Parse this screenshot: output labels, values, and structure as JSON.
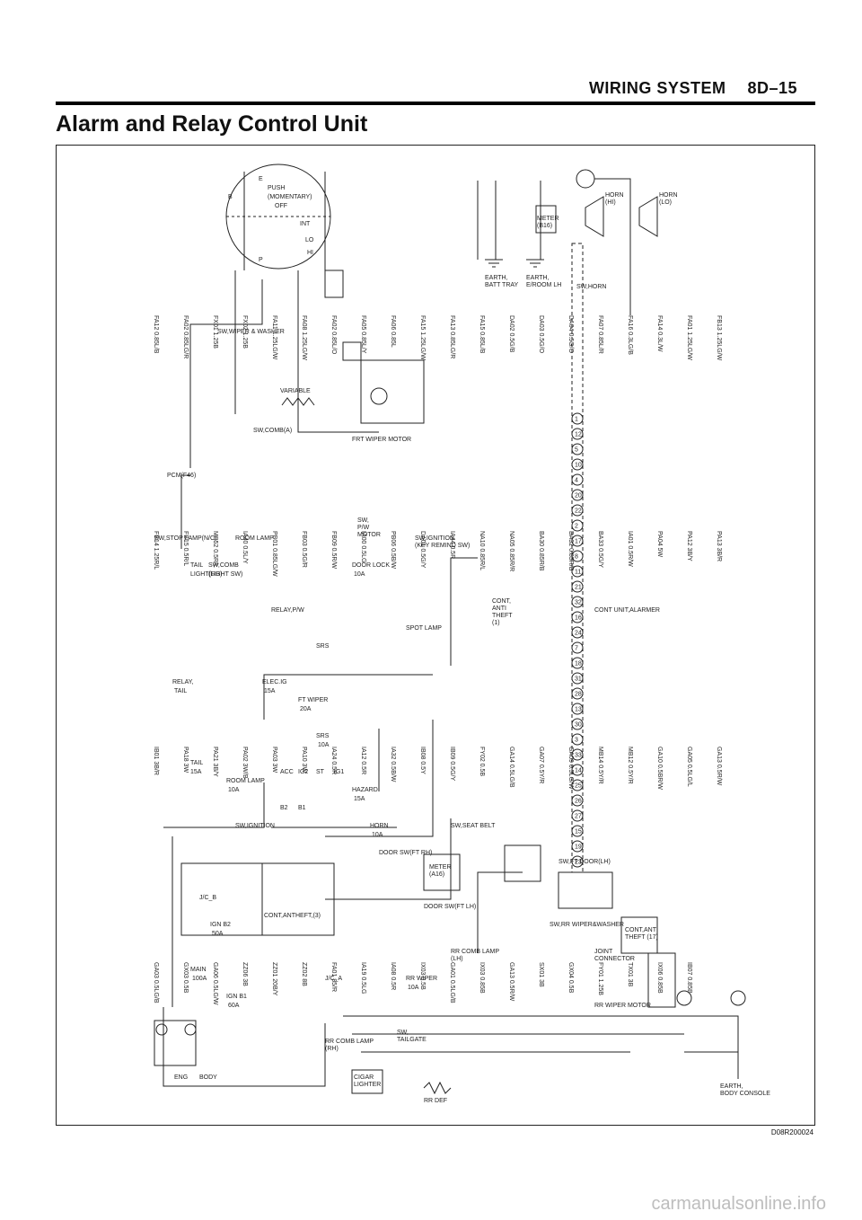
{
  "header": {
    "section": "WIRING SYSTEM",
    "page_number": "8D–15"
  },
  "title": "Alarm and Relay Control Unit",
  "figure_ref": "D08R200024",
  "watermark": "carmanualsonline.info",
  "components": {
    "main_fuse": [
      "MAIN",
      "100A"
    ],
    "jc_b": "J/C_B",
    "jc_a": "J/C_A",
    "ign_b2": [
      "IGN B2",
      "50A"
    ],
    "ign_b1": [
      "IGN B1",
      "60A"
    ],
    "tail_fuse": [
      "TAIL",
      "15A"
    ],
    "room_lamp_fuse": [
      "ROOM LAMP",
      "10A"
    ],
    "sw_ignition": "SW,IGNITION",
    "ign_terminals": [
      "ACC",
      "IG2",
      "ST",
      "IG1",
      "B2",
      "B1"
    ],
    "relay_tail": [
      "RELAY,",
      "TAIL"
    ],
    "elec_ig": [
      "ELEC.IG",
      "15A"
    ],
    "ft_wiper_fuse": [
      "FT WIPER",
      "20A"
    ],
    "srs_fuse": [
      "SRS",
      "10A"
    ],
    "hazard": [
      "HAZARD",
      "15A"
    ],
    "horn": [
      "HORN",
      "10A"
    ],
    "rr_wiper_fuse": [
      "RR WIPER",
      "10A"
    ],
    "door_lock_fuse": [
      "DOOR LOCK",
      "10A"
    ],
    "sw_stop_lamp": "SW,STOP LAMP(N/C)",
    "pcm": "PCM(F46)",
    "sw_comb_light": [
      "SW,COMB",
      "(LIGHT SW)"
    ],
    "tail_light": [
      "TAIL",
      "LIGHT(RH)"
    ],
    "room_lamp": "ROOM LAMP",
    "relay_pw": "RELAY,P/W",
    "srs": "SRS",
    "spot_lamp": "SPOT LAMP",
    "sw_wiper": "SW,WIPER & WASHER",
    "sw_comb_a": "SW,COMB(A)",
    "wiper_positions": [
      "B",
      "E",
      "PUSH",
      "(MOMENTARY)",
      "OFF",
      "INT",
      "LO",
      "HI",
      "P"
    ],
    "variable": "VARIABLE",
    "frt_wiper_motor": "FRT WIPER MOTOR",
    "meter_b16": [
      "METER",
      "(B16)"
    ],
    "earth_batt": [
      "EARTH,",
      "BATT TRAY"
    ],
    "earth_engroom": [
      "EARTH,",
      "E/ROOM LH"
    ],
    "sw_horn": "SW,HORN",
    "horn_hi": [
      "HORN",
      "(HI)"
    ],
    "horn_lo": [
      "HORN",
      "(LO)"
    ],
    "cont_unit_alarm": "CONT UNIT,ALARMER",
    "cont_anti_theft": [
      "CONT,",
      "ANTI",
      "THEFT",
      "(1)"
    ],
    "sw_ignition_key": [
      "SW,IGNITION",
      "(KEY REMIND SW)"
    ],
    "sw_pw_motor": [
      "SW,",
      "P/W",
      "MOTOR"
    ],
    "door_sw_rh": "DOOR SW(FT RH)",
    "door_sw_lh": "DOOR SW(FT LH)",
    "sw_seat_belt": "SW,SEAT BELT",
    "meter_a16": [
      "METER",
      "(A16)"
    ],
    "rr_comb_lamp_lh": [
      "RR COMB LAMP",
      "(LH)"
    ],
    "rr_comb_lamp_rh": [
      "RR COMB LAMP",
      "(RH)"
    ],
    "sw_rr_wiper": "SW,RR WIPER&WASHER",
    "rr_wiper_motor": "RR WIPER MOTOR",
    "cont_anti_theft_17": [
      "CONT,ANTI",
      "THEFT (17)"
    ],
    "cont_antitheft_3": [
      "CONT,ANTHEFT",
      "(3)"
    ],
    "sw_tailgate": [
      "SW,",
      "TAILGATE"
    ],
    "sw_ft_door_lh": "SW,FT DOOR(LH)",
    "cigar_lighter": [
      "CIGAR",
      "LIGHTER"
    ],
    "rr_def": "RR DEF",
    "earth_body": [
      "EARTH,",
      "BODY CONSOLE"
    ],
    "eng_body": [
      "ENG",
      "BODY"
    ],
    "joint_connector": [
      "JOINT",
      "CONNECTOR"
    ]
  },
  "wires": [
    "FA12 0.85L/B",
    "FA02 0.85LG/R",
    "FX01 1.25B",
    "FX02 1.25B",
    "FA11 1.25LG/W",
    "FA08 1.25LG/W",
    "FA02 0.85L/O",
    "FA05 0.85L/Y",
    "FA06 0.85L",
    "FA15 1.25LG/W",
    "FA13 0.85LG/R",
    "FA15 0.85L/B",
    "DA02 0.5G/B",
    "DA03 0.5G/O",
    "DA04 0.5G/O",
    "FA07 0.85L/R",
    "FA16 0.3LG/B",
    "FA14 0.3L/W",
    "FA01 1.25LG/W",
    "FB13 1.25LG/W",
    "FB14 1.25R/L",
    "FB15 0.5R/L",
    "MB52 0.5R/L",
    "IA40 0.5L/Y",
    "PB01 0.85LG/W",
    "FB03 0.5G/R",
    "FB09 0.5R/W",
    "IA00 0.5LG",
    "PB06 0.5B/W",
    "DA01 0.5G/Y",
    "IA44 0.5R",
    "NA10 0.85R/L",
    "NA05 0.85R/R",
    "BA30 0.85R/B",
    "BA32 0.85R/B",
    "BA33 0.5G/Y",
    "IA01 0.5R/W",
    "PA04 5W",
    "PA12 3B/Y",
    "PA13 3B/R",
    "IB01 3B/R",
    "PA18 3W",
    "PA21 3B/Y",
    "PA02 3W/B",
    "PA03 3W",
    "PA10 3W",
    "IA24 0.5R",
    "IA12 0.5R",
    "IA32 0.5B/W",
    "IB08 0.5Y",
    "IB09 0.5G/Y",
    "FY02 0.5B",
    "GA14 0.5LG/B",
    "GA07 0.5Y/R",
    "GA09 0.5LG/W",
    "MB14 0.5Y/R",
    "MB12 0.5Y/R",
    "GA10 0.5BR/W",
    "GA05 0.5LG/L",
    "GA13 0.5R/W",
    "GA03 0.5LG/B",
    "GX03 0.5B",
    "GA06 0.5LG/W",
    "ZZ06 3B",
    "ZZ01 20B/Y",
    "ZZ02 8B",
    "FA01 85/R",
    "IA19 0.5LG",
    "IA08 0.5R",
    "IX03 0.5B",
    "GA01 0.5LG/B",
    "IX03 0.85B",
    "GA13 0.5R/W",
    "SX01 3B",
    "GX04 0.5B",
    "FY01 1.25B",
    "TX01 3B",
    "IX06 0.85B",
    "IB07 0.85B"
  ],
  "alarm_pins": [
    "1",
    "12",
    "5",
    "10",
    "4",
    "20",
    "22",
    "2",
    "17",
    "8",
    "11",
    "21",
    "32",
    "16",
    "24",
    "7",
    "18",
    "31",
    "28",
    "13",
    "30",
    "3",
    "33",
    "14",
    "25",
    "26",
    "27",
    "15",
    "19",
    "23"
  ],
  "colors": {
    "ink": "#111111",
    "frame": "#222222",
    "watermark": "#bdbdbd"
  }
}
